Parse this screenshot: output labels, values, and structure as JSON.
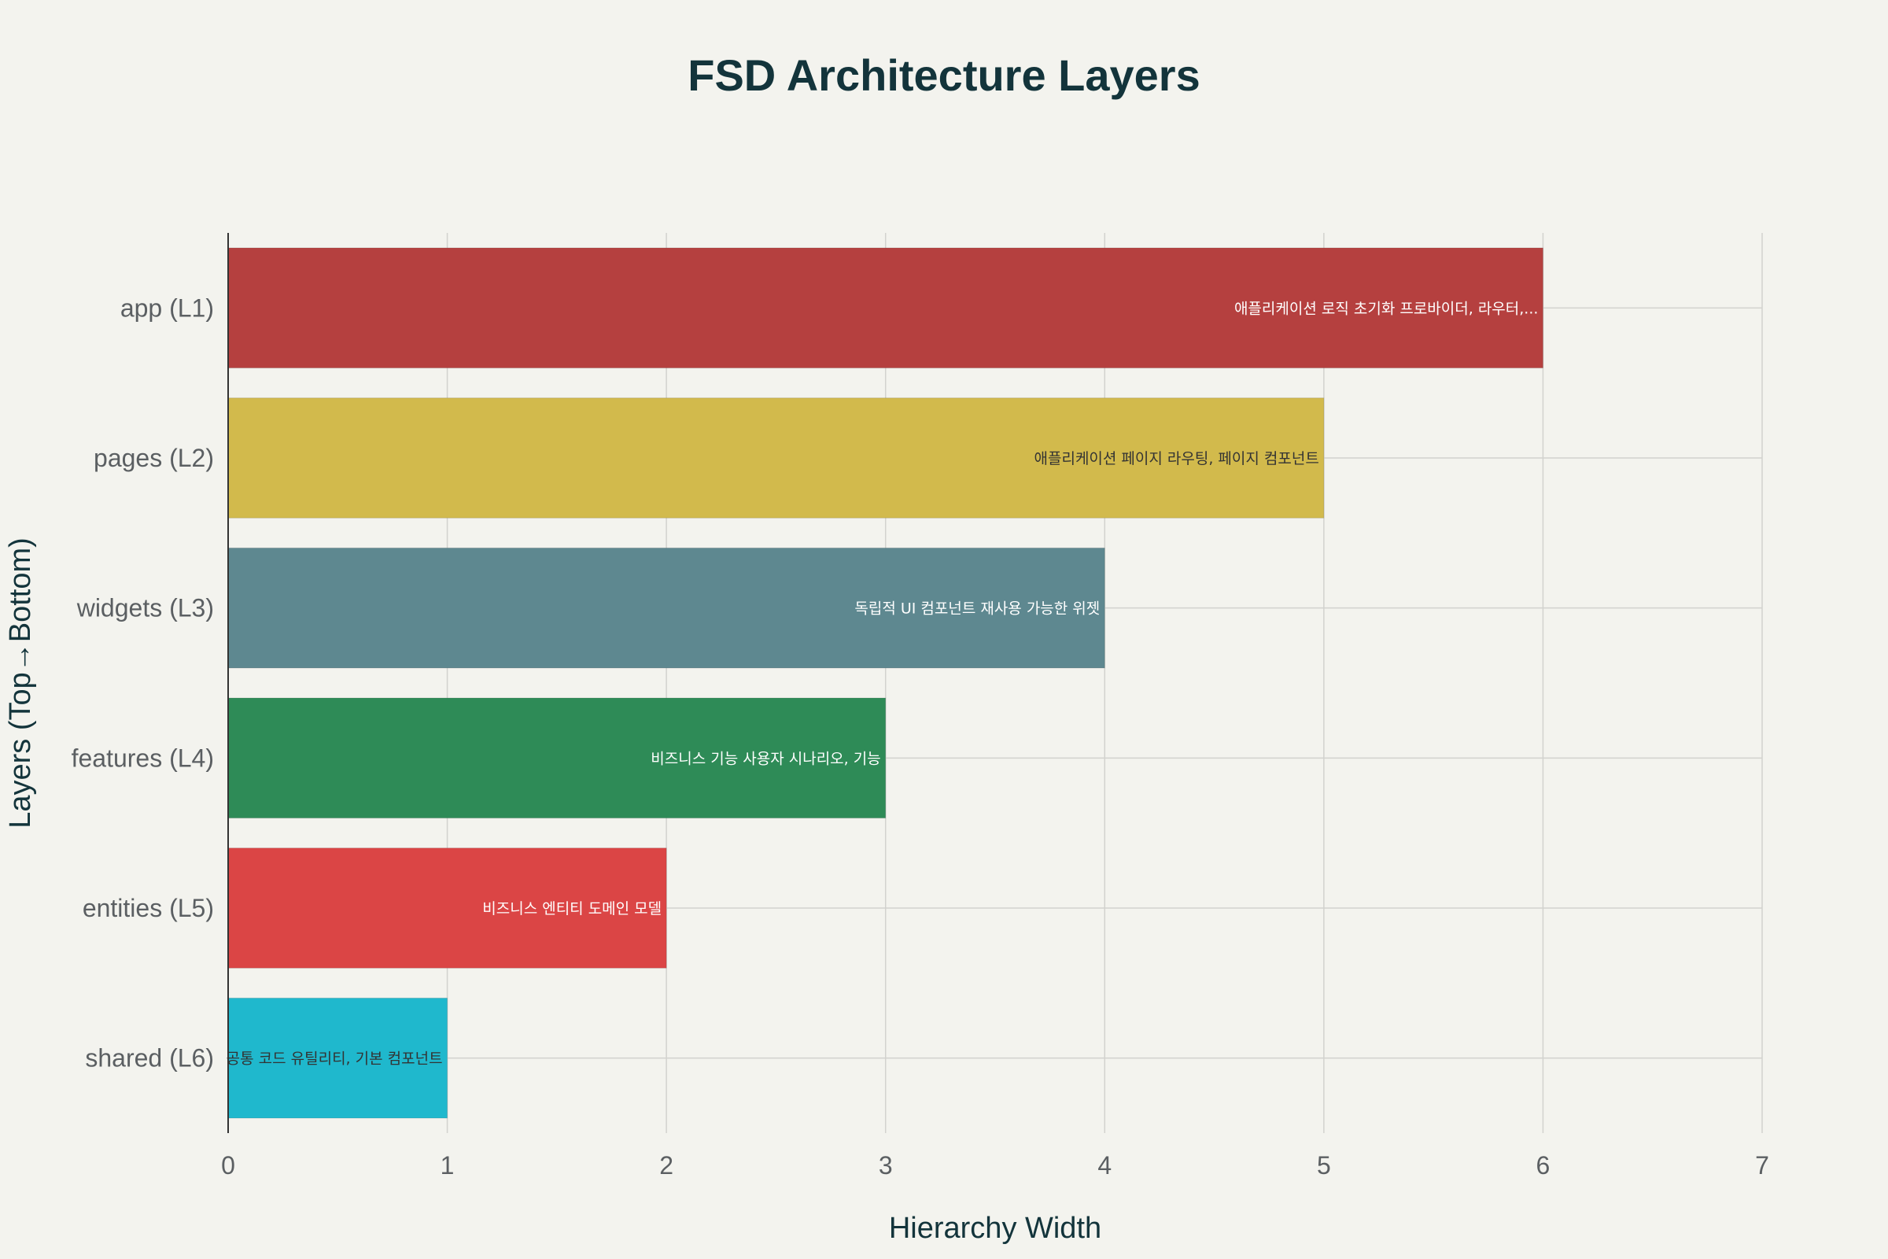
{
  "chart_data": {
    "type": "bar",
    "orientation": "horizontal",
    "title": "FSD Architecture Layers",
    "xlabel": "Hierarchy Width",
    "ylabel": "Layers (Top→Bottom)",
    "xlim": [
      0,
      7
    ],
    "xticks": [
      0,
      1,
      2,
      3,
      4,
      5,
      6,
      7
    ],
    "grid": true,
    "legend": "none",
    "categories": [
      "app (L1)",
      "pages (L2)",
      "widgets (L3)",
      "features (L4)",
      "entities (L5)",
      "shared (L6)"
    ],
    "values": [
      6,
      5,
      4,
      3,
      2,
      1
    ],
    "labels": [
      "애플리케이션 로직 초기화 프로바이더, 라우터,...",
      "애플리케이션 페이지 라우팅, 페이지 컴포넌트",
      "독립적 UI 컴포넌트 재사용 가능한 위젯",
      "비즈니스 기능 사용자 시나리오, 기능",
      "비즈니스 엔티티 도메인 모델",
      "공통 코드 유틸리티, 기본 컴포넌트"
    ],
    "colors": [
      "#b5403f",
      "#d2ba4c",
      "#5e8890",
      "#2e8b57",
      "#db4545",
      "#1fb8cd"
    ],
    "label_colors": [
      "#ffffff",
      "#333333",
      "#ffffff",
      "#ffffff",
      "#ffffff",
      "#333333"
    ]
  }
}
